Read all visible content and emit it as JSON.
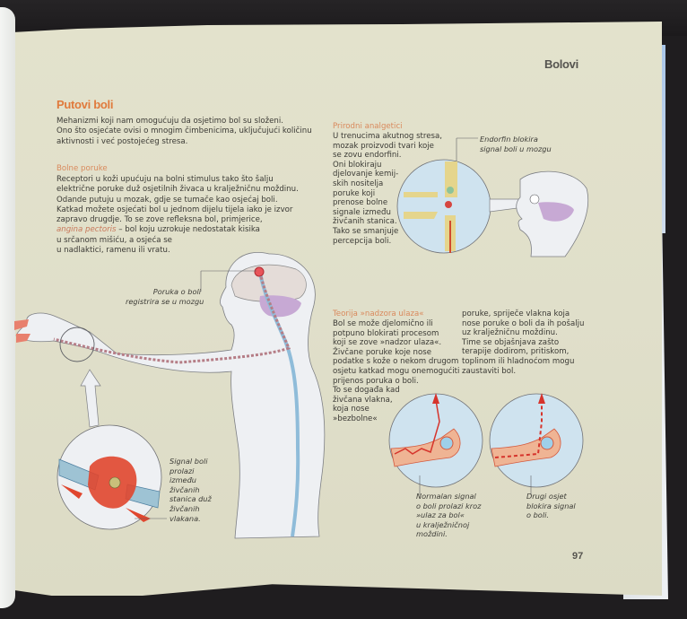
{
  "page": {
    "chapter_title": "Bolovi",
    "page_number": "97",
    "accent_color": "#e07a3c"
  },
  "main_section": {
    "title": "Putovi boli",
    "intro_lines": [
      "Mehanizmi koji nam omogućuju da osjetimo bol su složeni.",
      "Ono što osjećate ovisi o mnogim čimbenicima, uključujući količinu",
      "aktivnosti i već postojećeg stresa."
    ]
  },
  "pain_messages": {
    "heading": "Bolne poruke",
    "lines": [
      "Receptori u koži upućuju na bolni stimulus tako što šalju",
      "električne poruke duž osjetilnih živaca u kralježničnu moždinu.",
      "Odande putuju u mozak, gdje se tumače kao osjećaj boli.",
      "Katkad možete osjećati bol u jednom dijelu tijela iako je izvor",
      "zapravo drugdje. To se zove refleksna bol, primjerice,",
      "– bol koju uzrokuje nedostatak kisika",
      "u srčanom mišiću, a osjeća se",
      "u nadlaktici, ramenu ili vratu."
    ],
    "italic_term": "angina pectoris"
  },
  "natural_analgesics": {
    "heading": "Prirodni analgetici",
    "lines": [
      "U trenucima akutnog stresa,",
      "mozak proizvodi tvari koje",
      "se zovu endorfini.",
      "Oni blokiraju",
      "djelovanje kemij-",
      "skih nositelja",
      "poruke koji",
      "prenose bolne",
      "signale između",
      "živčanih stanica.",
      "Tako se smanjuje",
      "percepcija boli."
    ],
    "caption_lines": [
      "Endorfin blokira",
      "signal boli u mozgu"
    ]
  },
  "gate_theory": {
    "heading": "Teorija »nadzora ulaza«",
    "col1_lines": [
      "Bol se može djelomično ili",
      "potpuno blokirati procesom",
      "koji se zove »nadzor ulaza«.",
      "Živčane poruke koje nose",
      "podatke s kože o nekom drugom",
      "osjetu katkad mogu onemogućiti",
      "prijenos poruka o boli.",
      "To se događa kad",
      "živčana vlakna,",
      "koja nose",
      "»bezbolne«"
    ],
    "col2_lines": [
      "poruke, spriječe vlakna koja",
      "nose poruke o boli da ih pošalju",
      "uz kralježničnu moždinu.",
      "Time se objašnjava zašto",
      "terapije dodirom, pritiskom,",
      "toplinom ili hladnoćom mogu",
      "zaustaviti bol."
    ],
    "caption_normal_lines": [
      "Normalan signal",
      "o boli prolazi kroz",
      "»ulaz za bol«",
      "u kralježničnoj",
      "moždini."
    ],
    "caption_blocked_lines": [
      "Drugi osjet",
      "blokira signal",
      "o boli."
    ]
  },
  "figure_captions": {
    "brain_registers_lines": [
      "Poruka o boli",
      "registrira se u mozgu"
    ],
    "signal_passes_lines": [
      "Signal boli",
      "prolazi",
      "između",
      "živčanih",
      "stanica duž",
      "živčanih",
      "vlakana."
    ]
  }
}
